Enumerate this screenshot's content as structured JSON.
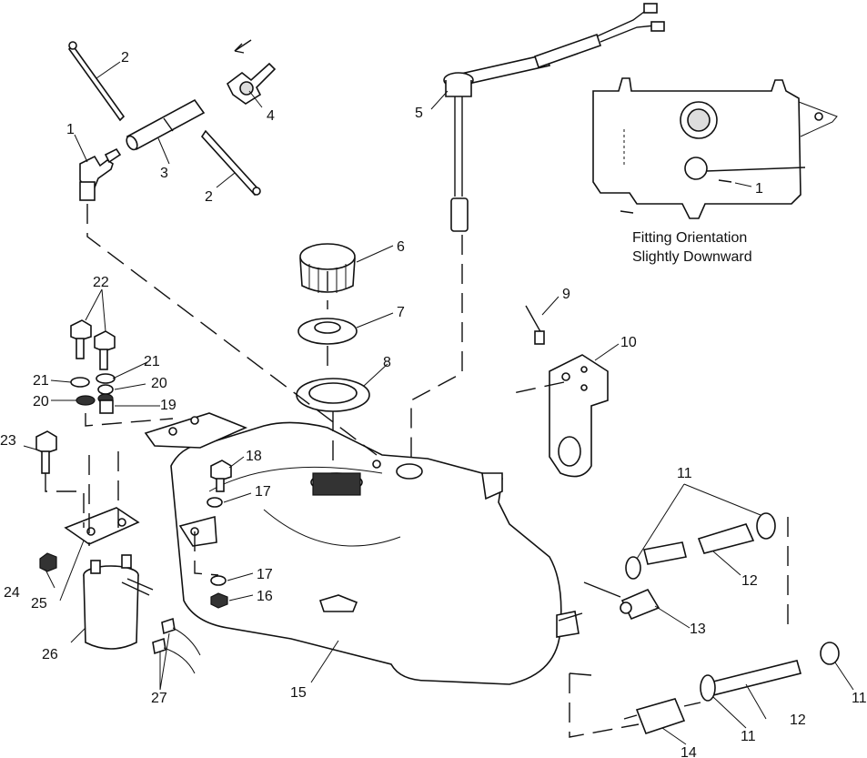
{
  "note": {
    "line1": "Fitting Orientation",
    "line2": "Slightly Downward",
    "inset_callout": "1"
  },
  "callouts": {
    "c1": "1",
    "c2a": "2",
    "c2b": "2",
    "c3": "3",
    "c4": "4",
    "c5": "5",
    "c6": "6",
    "c7": "7",
    "c8": "8",
    "c9": "9",
    "c10": "10",
    "c11a": "11",
    "c11b": "11",
    "c11c": "11",
    "c12a": "12",
    "c12b": "12",
    "c13": "13",
    "c14": "14",
    "c15": "15",
    "c16": "16",
    "c17a": "17",
    "c17b": "17",
    "c18": "18",
    "c19": "19",
    "c20a": "20",
    "c20b": "20",
    "c21a": "21",
    "c21b": "21",
    "c22": "22",
    "c23": "23",
    "c24": "24",
    "c25": "25",
    "c26": "26",
    "c27": "27"
  }
}
